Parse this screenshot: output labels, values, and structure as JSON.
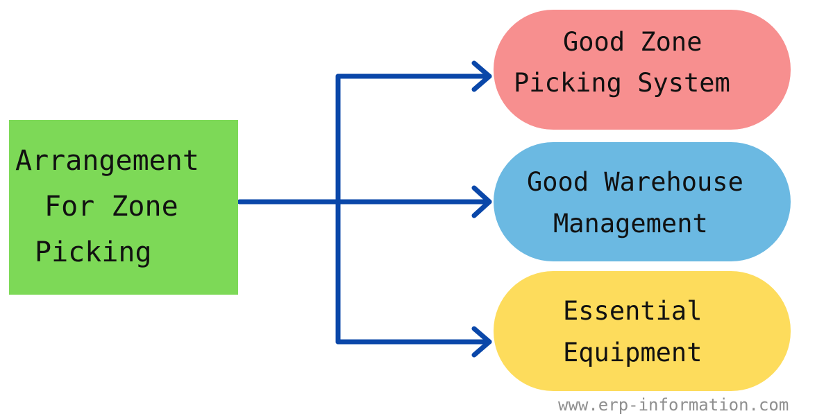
{
  "diagram": {
    "source": {
      "lines": [
        "Arrangement",
        "For Zone",
        "Picking"
      ],
      "color": "#7dd957"
    },
    "targets": [
      {
        "lines": [
          "Good Zone",
          "Picking System"
        ],
        "color": "#f78f8f"
      },
      {
        "lines": [
          "Good Warehouse",
          "Management"
        ],
        "color": "#6bb9e2"
      },
      {
        "lines": [
          "Essential",
          "Equipment"
        ],
        "color": "#fddc5c"
      }
    ],
    "connector_color": "#0a47a9",
    "watermark": "www.erp-information.com"
  }
}
